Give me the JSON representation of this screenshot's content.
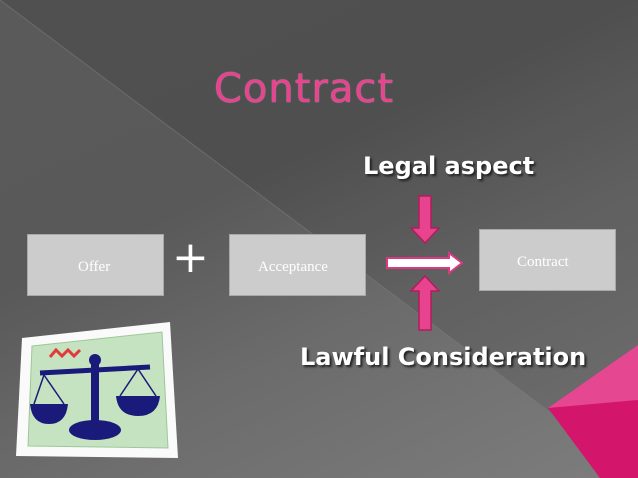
{
  "slide": {
    "title": "Contract",
    "top_label": "Legal aspect",
    "bottom_label": "Lawful Consideration"
  },
  "boxes": {
    "offer": "Offer",
    "acceptance": "Acceptance",
    "contract": "Contract"
  },
  "operator": "+",
  "colors": {
    "accent": "#e8438f",
    "box_fill": "#cccccc",
    "background": "#5a5a5a",
    "scales_navy": "#1a1a7a",
    "clipart_frame": "#c5e3c0"
  },
  "icons": [
    "scales-of-justice-clipart",
    "down-arrow-icon",
    "up-arrow-icon",
    "right-arrow-icon"
  ]
}
